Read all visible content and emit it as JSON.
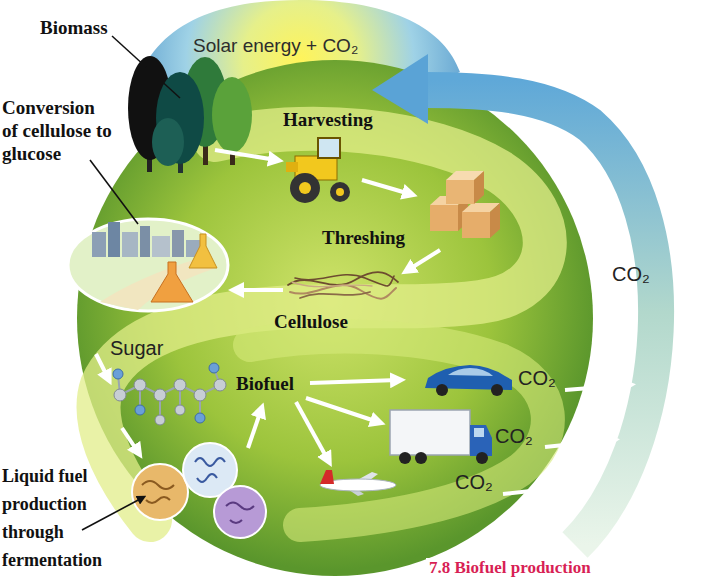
{
  "diagram": {
    "caption": "7.8 Biofuel production",
    "labels": [
      "Biomass",
      "Solar energy + CO₂",
      "Conversion of cellulose to glucose",
      "Harvesting",
      "Threshing",
      "CO₂",
      "Cellulose",
      "Sugar",
      "Biofuel",
      "CO₂",
      "CO₂",
      "CO₂",
      "Liquid fuel production through fermentation"
    ]
  }
}
